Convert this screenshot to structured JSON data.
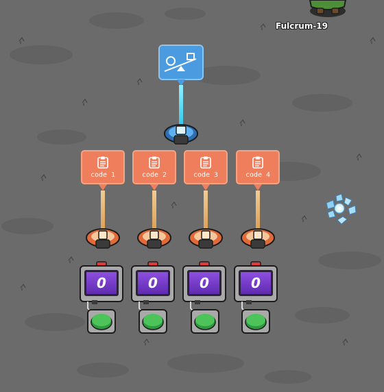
{
  "player": {
    "name": "Fulcrum-19"
  },
  "colors": {
    "ground": "#6b6b6b",
    "code_card": "#ef7f5c",
    "balance_card": "#4a9be0",
    "counter_screen": "#7a3fd0",
    "button": "#4cc45a",
    "crystal": "#9fd8f5"
  },
  "icons": {
    "balance_sign": "seesaw-icon",
    "code_card": "clipboard-icon",
    "crystal": "crystal-icon"
  },
  "code_cards": [
    {
      "label": "code 1"
    },
    {
      "label": "code 2"
    },
    {
      "label": "code 3"
    },
    {
      "label": "code 4"
    }
  ],
  "counters": [
    {
      "value": "0"
    },
    {
      "value": "0"
    },
    {
      "value": "0"
    },
    {
      "value": "0"
    }
  ]
}
